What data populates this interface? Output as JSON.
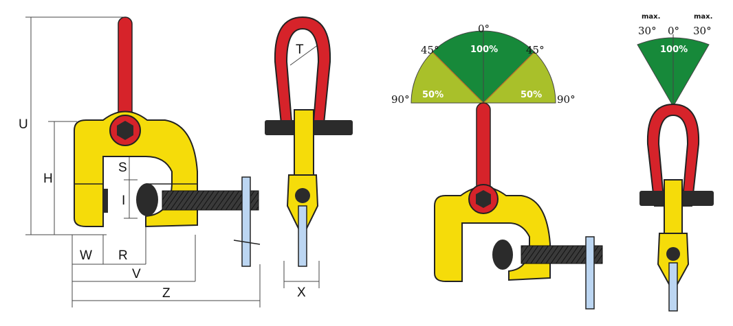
{
  "colors": {
    "yellow": "#f5dc0a",
    "red": "#d6232a",
    "green": "#17893a",
    "light_green": "#a9c02a",
    "black": "#222222",
    "blue_rod": "#bcd6f2"
  },
  "dimensions": {
    "U": "U",
    "H": "H",
    "S": "S",
    "I": "I",
    "W": "W",
    "R": "R",
    "V": "V",
    "Z": "Z",
    "T": "T",
    "X": "X"
  },
  "angle_chart": {
    "deg_0": "0°",
    "deg_45_left": "45°",
    "deg_45_right": "45°",
    "deg_90_left": "90°",
    "deg_90_right": "90°",
    "pct_center": "100%",
    "pct_left": "50%",
    "pct_right": "50%"
  },
  "shackle_chart": {
    "max_left": "max.",
    "max_right": "max.",
    "deg_left": "30°",
    "deg_center": "0°",
    "deg_right": "30°",
    "pct_center": "100%"
  }
}
